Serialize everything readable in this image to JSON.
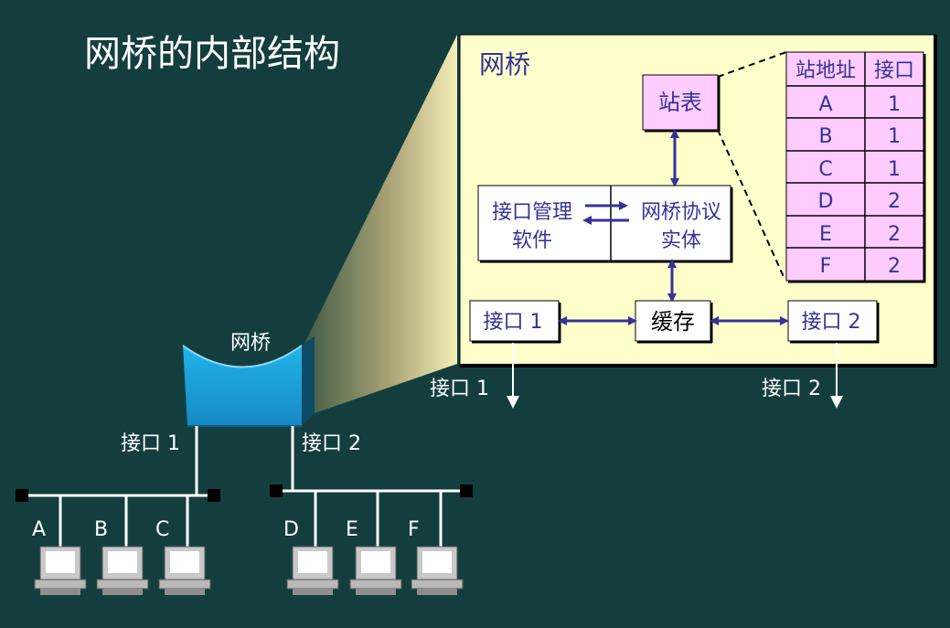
{
  "title": "网桥的内部结构",
  "bridge_label": "网桥",
  "inner": {
    "title": "网桥",
    "station_table_label": "站表",
    "port_mgmt": [
      "接口管理",
      "软件"
    ],
    "protocol_entity": [
      "网桥协议",
      "实体"
    ],
    "buffer": "缓存",
    "port1": "接口 1",
    "port2": "接口 2",
    "port1_out": "接口 1",
    "port2_out": "接口 2",
    "table": {
      "headers": [
        "站地址",
        "接口"
      ],
      "rows": [
        [
          "A",
          "1"
        ],
        [
          "B",
          "1"
        ],
        [
          "C",
          "1"
        ],
        [
          "D",
          "2"
        ],
        [
          "E",
          "2"
        ],
        [
          "F",
          "2"
        ]
      ]
    }
  },
  "network": {
    "port1_label": "接口 1",
    "port2_label": "接口 2",
    "hosts_left": [
      "A",
      "B",
      "C"
    ],
    "hosts_right": [
      "D",
      "E",
      "F"
    ]
  },
  "colors": {
    "background": "#143e3e",
    "panel": "#ffffcc",
    "pink": "#ffccff",
    "arrow": "#333399",
    "text_dark": "#333399",
    "bridge_blue": "#1aa3d9"
  }
}
